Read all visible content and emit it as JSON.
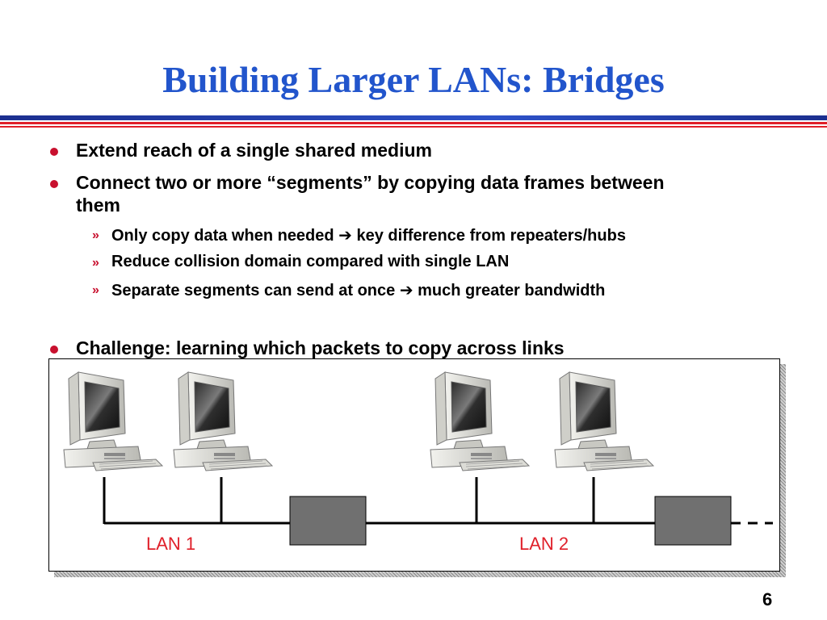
{
  "slide": {
    "title": "Building Larger LANs: Bridges",
    "page_number": "6"
  },
  "bullets": [
    {
      "text": "Extend reach of a single shared medium"
    },
    {
      "line1": "Connect two or more “segments” by copying data frames between",
      "line2": "them"
    },
    {
      "text": "Challenge: learning which packets to copy across links"
    }
  ],
  "sub_bullets": [
    {
      "marker": "»",
      "before": "Only copy data when needed ",
      "arrow": "➔",
      "after": " key difference from repeaters/hubs"
    },
    {
      "marker": "»",
      "text": "Reduce collision domain compared with single LAN"
    },
    {
      "marker": "»",
      "before": "Separate segments can send at once ",
      "arrow": "➔",
      "after": " much greater bandwidth"
    }
  ],
  "diagram": {
    "lan1_label": "LAN 1",
    "lan2_label": "LAN 2",
    "computer_icon": "desktop-computer-icon",
    "bridge_color": "#707070",
    "label_color": "#e0202a"
  }
}
